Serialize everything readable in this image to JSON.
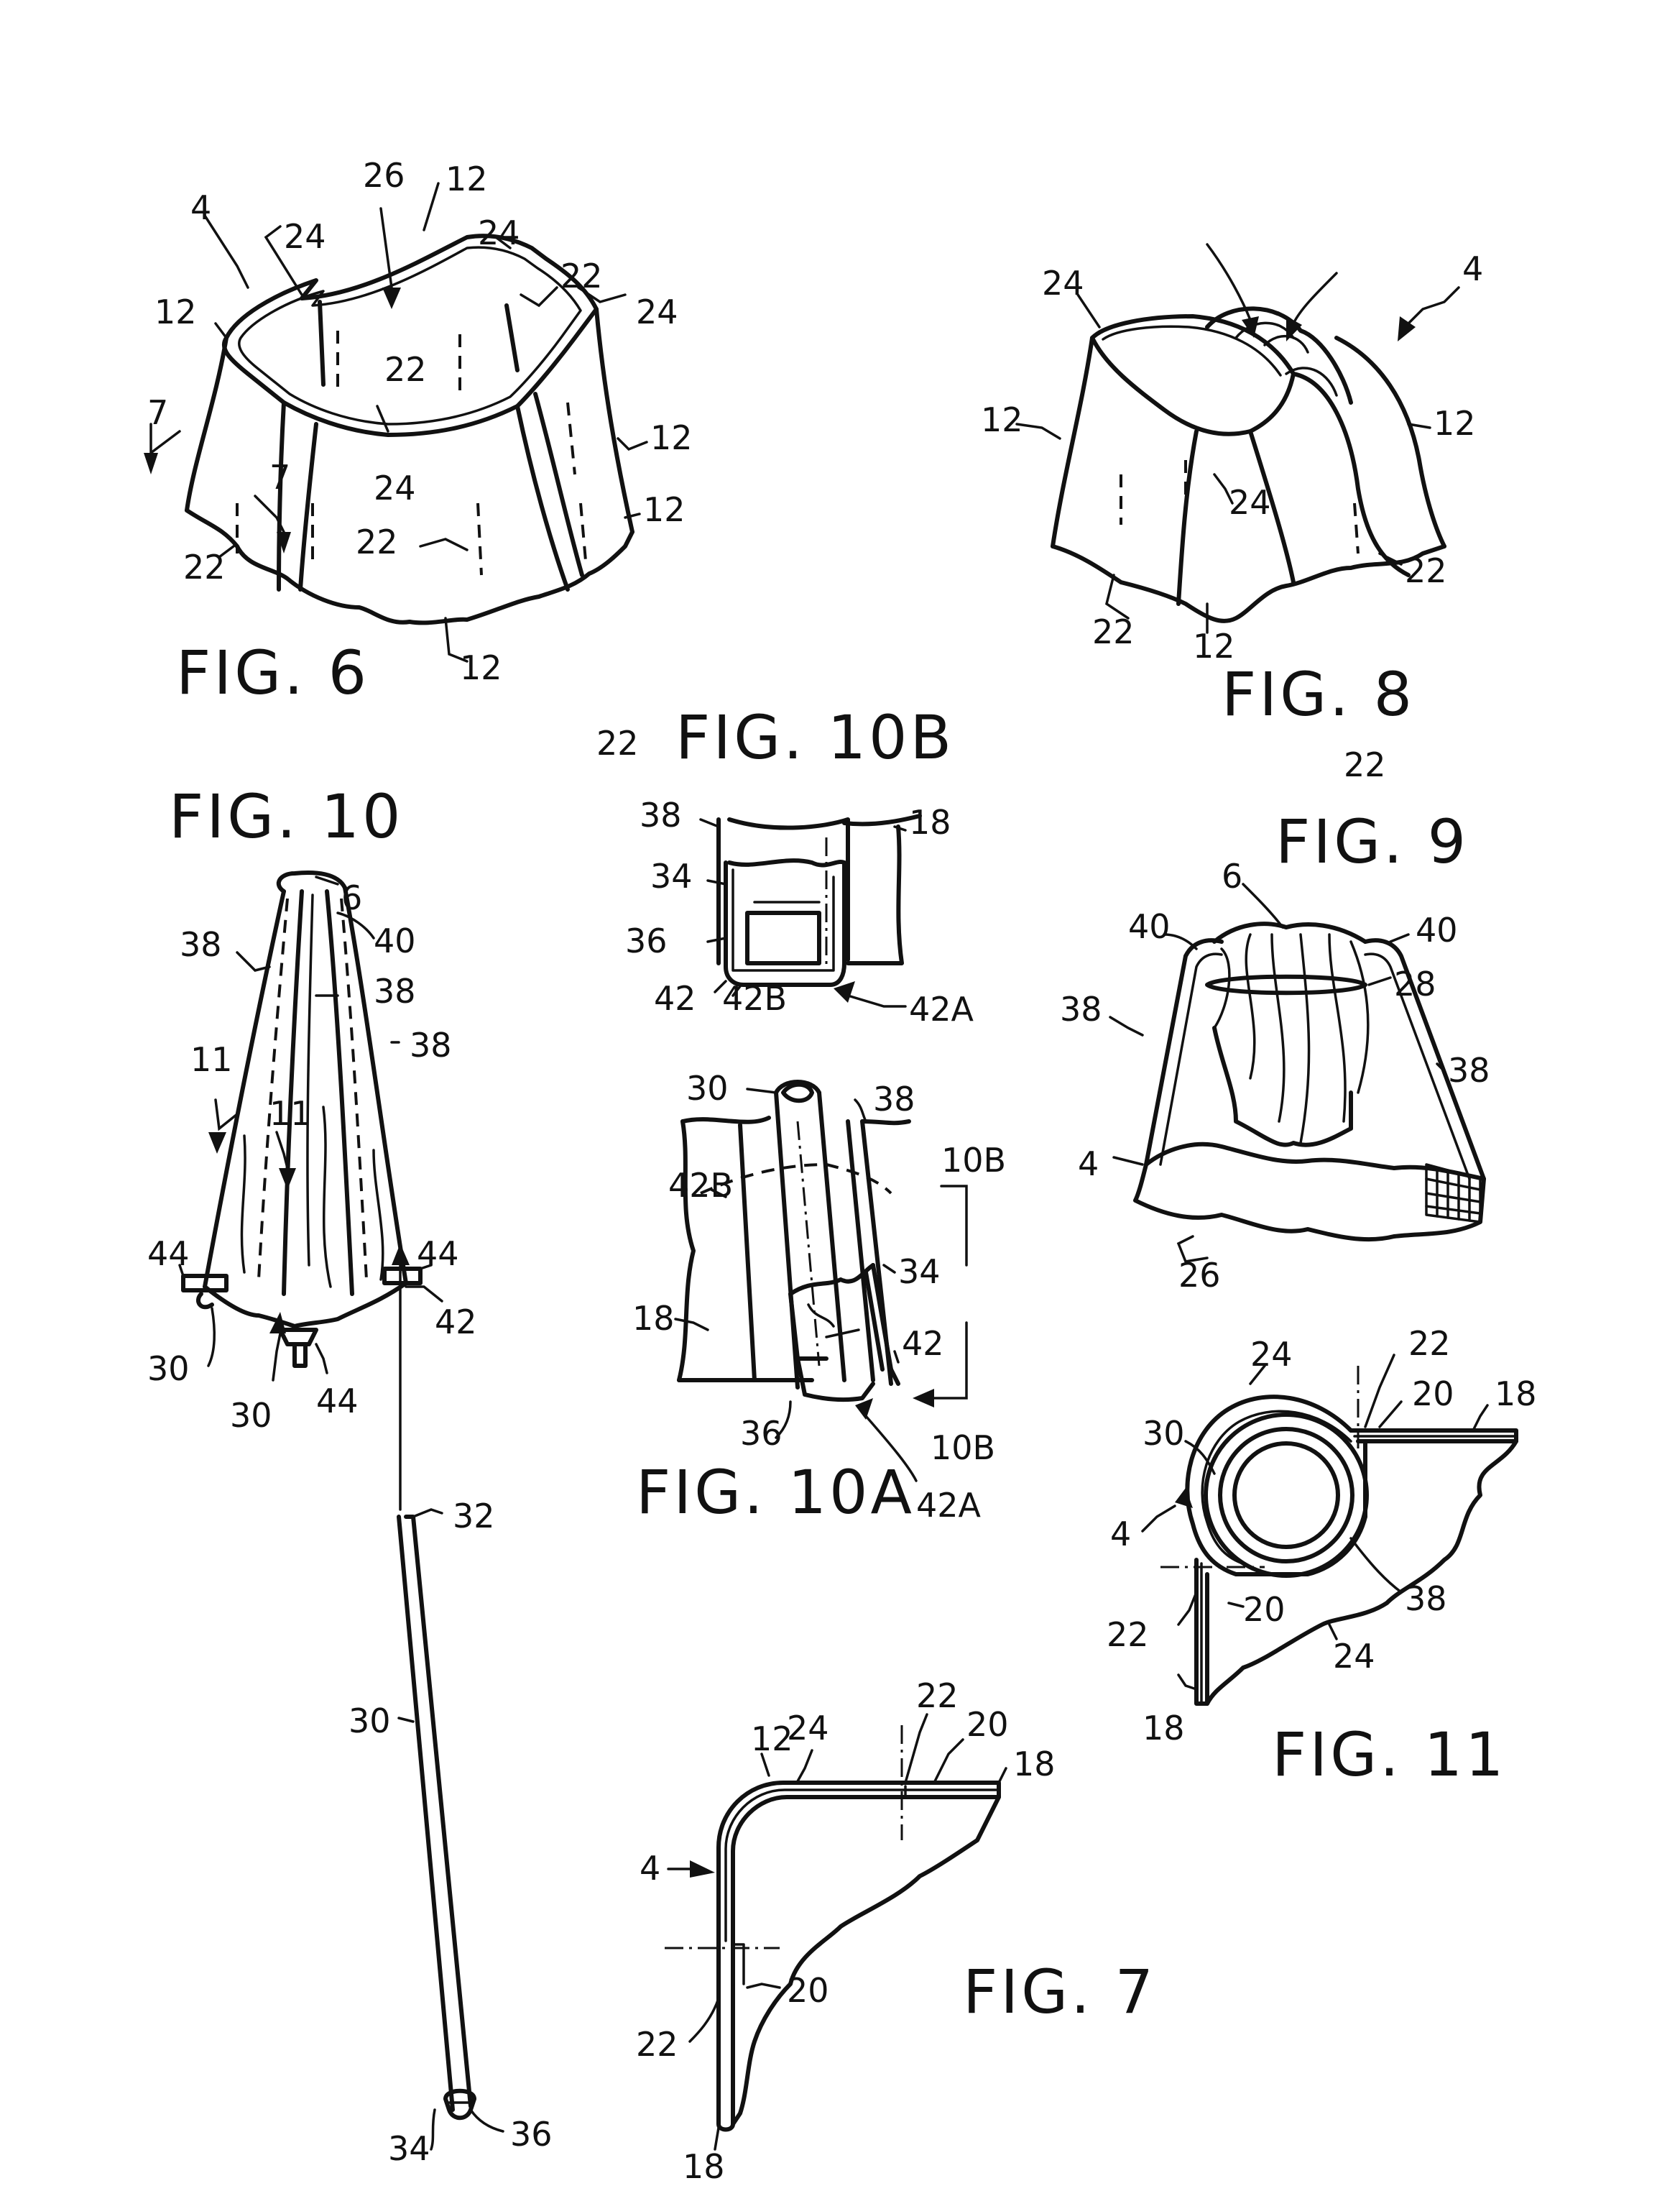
{
  "figures": {
    "fig6": {
      "title": "FIG. 6",
      "labels": [
        "4",
        "26",
        "12",
        "24",
        "24",
        "12",
        "22",
        "24",
        "22",
        "7",
        "7",
        "12",
        "24",
        "12",
        "22",
        "22",
        "22",
        "12",
        "22"
      ]
    },
    "fig8": {
      "title": "FIG. 8",
      "labels": [
        "24",
        "4",
        "12",
        "12",
        "24",
        "22",
        "22",
        "12"
      ]
    },
    "fig10b": {
      "title": "FIG. 10B",
      "labels": [
        "38",
        "18",
        "34",
        "36",
        "42",
        "42B",
        "42A"
      ]
    },
    "fig10": {
      "title": "FIG. 10",
      "labels": [
        "6",
        "38",
        "40",
        "11",
        "38",
        "11",
        "38",
        "44",
        "44",
        "42",
        "30",
        "30",
        "44",
        "32",
        "30",
        "34",
        "36"
      ]
    },
    "fig9": {
      "title": "FIG. 9",
      "labels": [
        "6",
        "40",
        "40",
        "28",
        "38",
        "38",
        "4",
        "26"
      ]
    },
    "fig10a": {
      "title": "FIG. 10A",
      "labels": [
        "30",
        "38",
        "10B",
        "42B",
        "18",
        "34",
        "42",
        "36",
        "10B",
        "42A"
      ]
    },
    "fig11": {
      "title": "FIG. 11",
      "labels": [
        "22",
        "24",
        "20",
        "18",
        "30",
        "4",
        "38",
        "22",
        "20",
        "24",
        "18"
      ]
    },
    "fig7": {
      "title": "FIG. 7",
      "labels": [
        "12",
        "24",
        "22",
        "20",
        "18",
        "4",
        "22",
        "20",
        "18"
      ]
    }
  }
}
